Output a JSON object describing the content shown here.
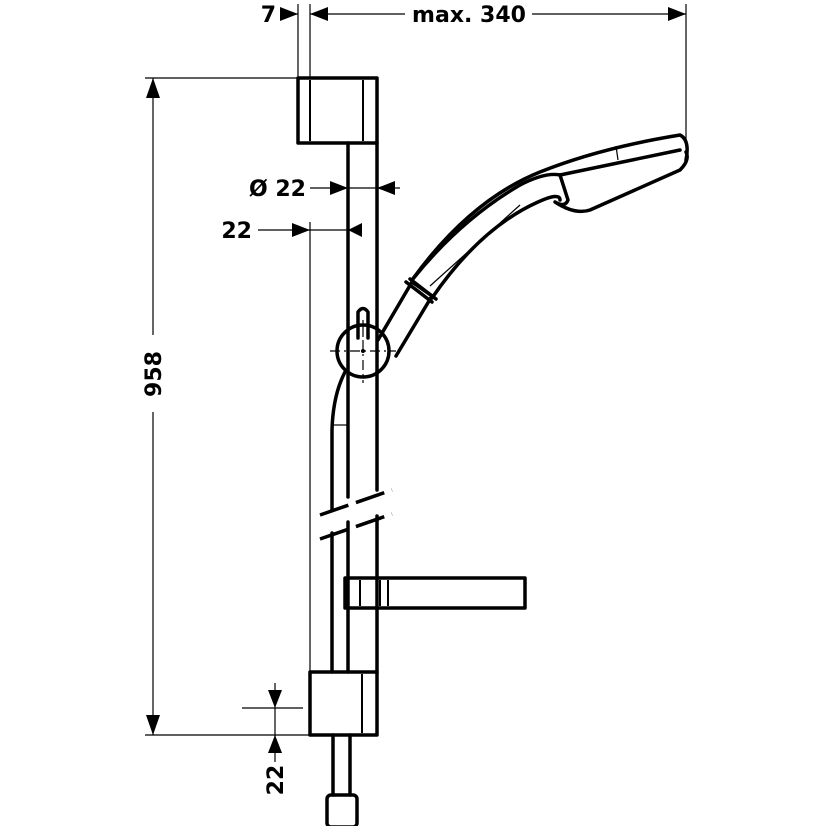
{
  "dimensions": {
    "offset_top": "7",
    "max_reach": "max. 340",
    "rail_diameter": "Ø 22",
    "rail_offset": "22",
    "total_height": "958",
    "bottom_offset": "22"
  },
  "colors": {
    "line": "#000000",
    "background": "#ffffff"
  }
}
